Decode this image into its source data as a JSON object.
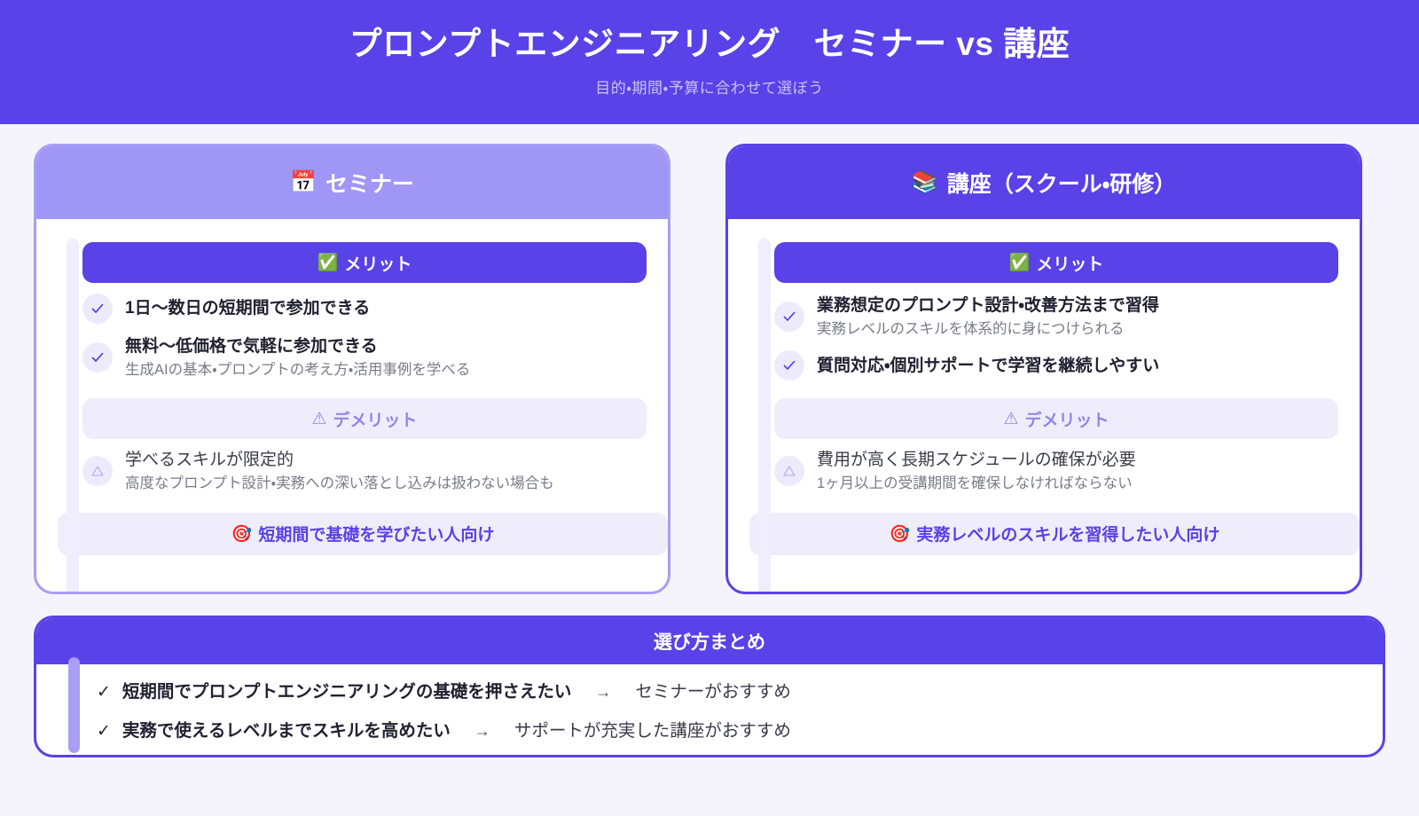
{
  "header": {
    "title": "プロンプトエンジニアリング　セミナー vs 講座",
    "subtitle": "目的・期間・予算に合わせて選ぼう"
  },
  "colors": {
    "accent": "#5842e8",
    "accent_light": "#9f96f5",
    "band_light": "#efedfb",
    "page_bg": "#f5f4fc"
  },
  "cards": [
    {
      "emoji": "📅",
      "emoji_name": "calendar-icon",
      "title": "セミナー",
      "merit_label": "メリット",
      "merit_emoji": "✅",
      "demerit_label": "デメリット",
      "demerit_emoji": "⚠",
      "merits": [
        {
          "title": "1日〜数日の短期間で参加できる",
          "sub": ""
        },
        {
          "title": "無料〜低価格で気軽に参加できる",
          "sub": "生成AIの基本・プロンプトの考え方・活用事例を学べる"
        }
      ],
      "demerits": [
        {
          "title": "学べるスキルが限定的",
          "sub": "高度なプロンプト設計・実務への深い落とし込みは扱わない場合も"
        }
      ],
      "footer_emoji": "🎯",
      "footer": "短期間で基礎を学びたい人向け"
    },
    {
      "emoji": "📚",
      "emoji_name": "books-icon",
      "title": "講座（スクール・研修）",
      "merit_label": "メリット",
      "merit_emoji": "✅",
      "demerit_label": "デメリット",
      "demerit_emoji": "⚠",
      "merits": [
        {
          "title": "業務想定のプロンプト設計・改善方法まで習得",
          "sub": "実務レベルのスキルを体系的に身につけられる"
        },
        {
          "title": "質問対応・個別サポートで学習を継続しやすい",
          "sub": ""
        }
      ],
      "demerits": [
        {
          "title": "費用が高く長期スケジュールの確保が必要",
          "sub": "1ヶ月以上の受講期間を確保しなければならない"
        }
      ],
      "footer_emoji": "🎯",
      "footer": "実務レベルのスキルを習得したい人向け"
    }
  ],
  "summary": {
    "title": "選び方まとめ",
    "check": "✓",
    "arrow": "→",
    "rows": [
      {
        "text": "短期間でプロンプトエンジニアリングの基礎を押さえたい",
        "result": "セミナーがおすすめ"
      },
      {
        "text": "実務で使えるレベルまでスキルを高めたい",
        "result": "サポートが充実した講座がおすすめ"
      }
    ]
  }
}
